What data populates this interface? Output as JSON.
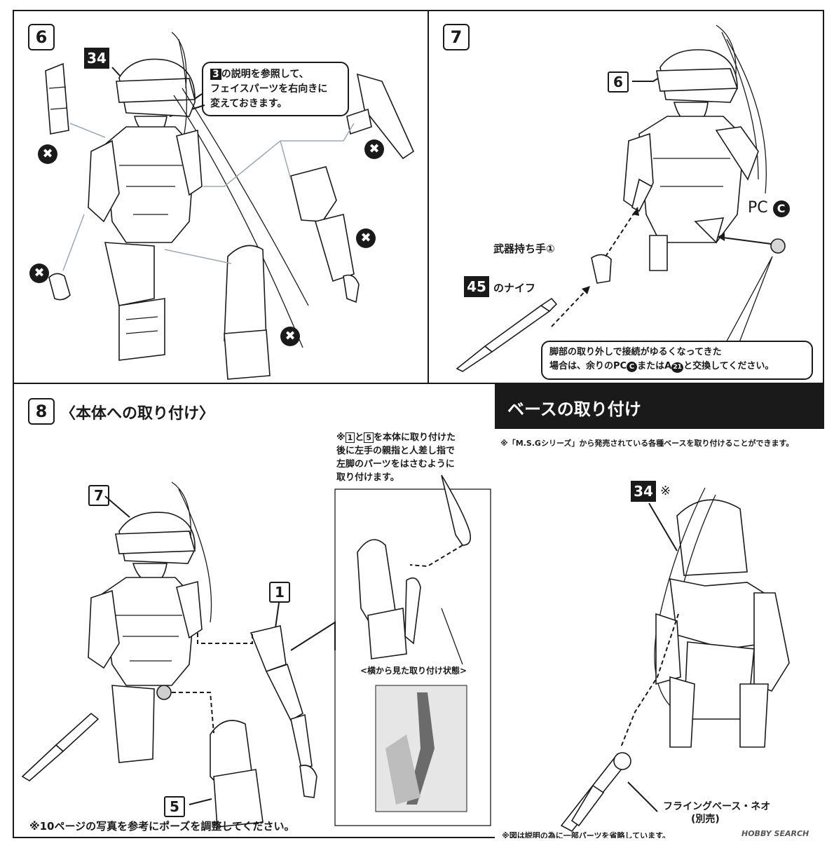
{
  "step6": {
    "number": "6",
    "part_head": "34",
    "note_ref": "3",
    "note_line1": "の説明を参照して、",
    "note_line2": "フェイスパーツを右向きに",
    "note_line3": "変えておきます。",
    "remove_mark": "✖"
  },
  "step7": {
    "number": "7",
    "part_prev": "6",
    "pc_label": "PC",
    "pc_letter": "C",
    "hand_label": "武器持ち手①",
    "knife_part": "45",
    "knife_label": "のナイフ",
    "note_line1": "脚部の取り外しで接続がゆるくなってきた",
    "note_line2": "場合は、余りのPC",
    "note_line2b": "またはA",
    "note_line2c": "と交換してください。",
    "note_circ_c": "C",
    "note_circ_21": "21"
  },
  "step8": {
    "number": "8",
    "title": "〈本体への取り付け〉",
    "part_prev": "7",
    "part_arm": "1",
    "part_leg": "5",
    "note_ref1": "1",
    "note_ref5": "5",
    "note_and": "と",
    "note_line1": "を本体に取り付けた",
    "note_line2": "後に左手の親指と人差し指で",
    "note_line3": "左脚のパーツをはさむように",
    "note_line4": "取り付けます。",
    "note_prefix": "※",
    "side_view_caption": "<横から見た取り付け状態>",
    "footer": "※10ページの写真を参考にポーズを調整してください。"
  },
  "base": {
    "title": "ベースの取り付け",
    "note": "※「M.S.Gシリーズ」から発売されている各種ベースを取り付けることができます。",
    "part": "34",
    "part_mark": "※",
    "base_label_line1": "フライングベース・ネオ",
    "base_label_line2": "(別売)",
    "footer": "※図は説明の為に一部パーツを省略しています。",
    "watermark": "HOBBY SEARCH"
  }
}
